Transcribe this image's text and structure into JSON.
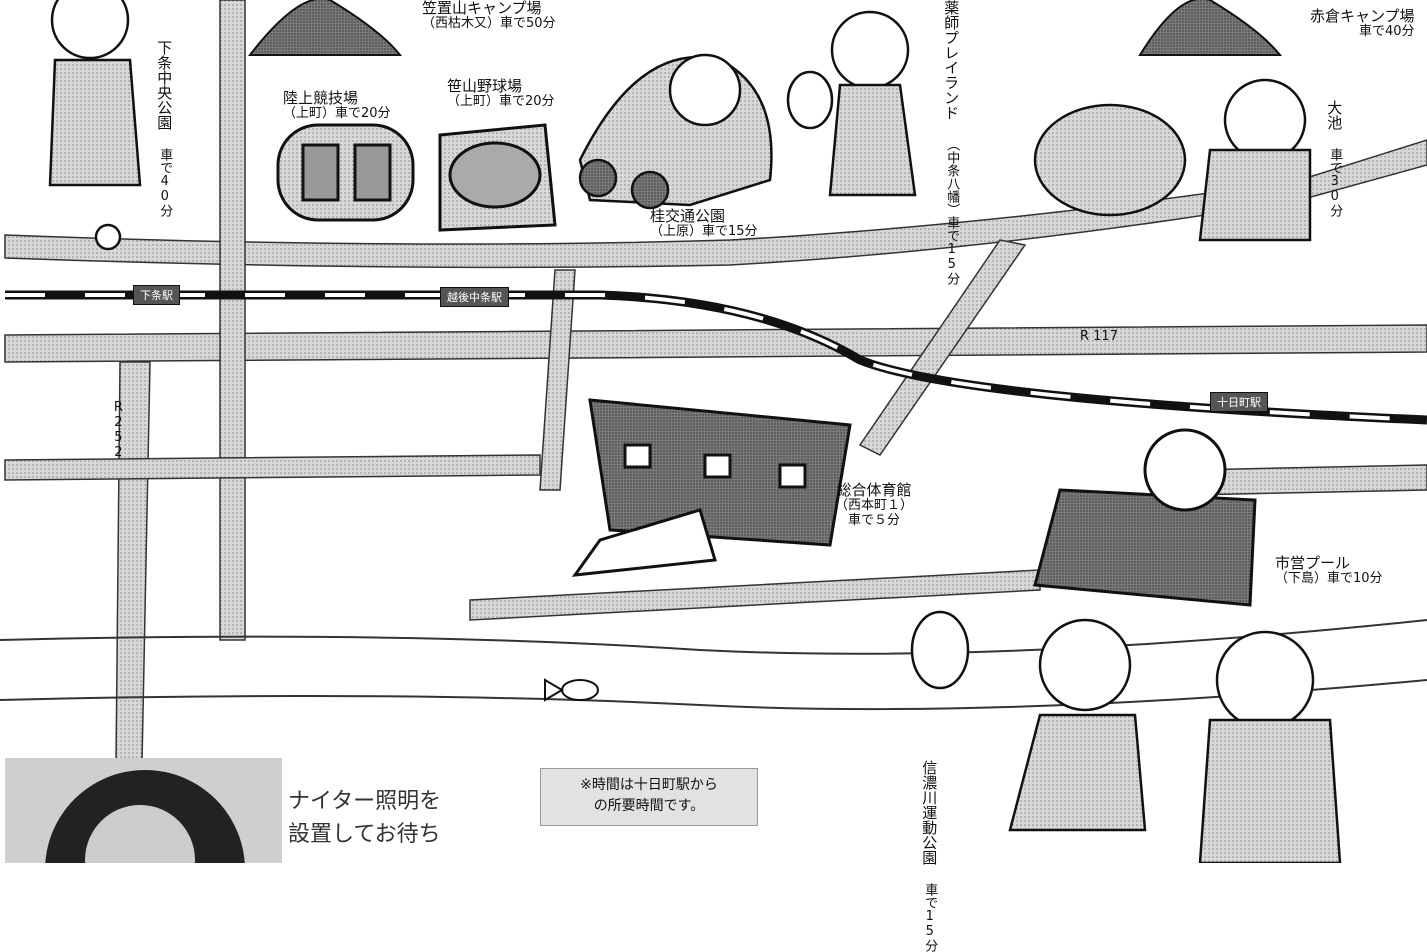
{
  "places": {
    "kasagai_camp": {
      "name": "笠置山キャンプ場",
      "detail": "（西枯木又）車で50分"
    },
    "rikujo": {
      "name": "陸上競技場",
      "detail": "（上町）車で20分"
    },
    "sasayama": {
      "name": "笹山野球場",
      "detail": "（上町）車で20分"
    },
    "katsura": {
      "name": "桂交通公園",
      "detail": "（上原）車で15分"
    },
    "yakushi": {
      "name": "薬師プレイランド",
      "detail": "（中条八幡）車で15分"
    },
    "akakura": {
      "name": "赤倉キャンプ場",
      "detail": "車で40分"
    },
    "oike": {
      "name": "大池",
      "detail": "車で30分"
    },
    "shimojo_park": {
      "name": "下条中央公園",
      "detail": "車で40分"
    },
    "gym": {
      "name": "総合体育館",
      "detail1": "（西本町１）",
      "detail2": "車で５分"
    },
    "pool": {
      "name": "市営プール",
      "detail": "（下島）車で10分"
    },
    "shinano": {
      "name": "信濃川運動公園",
      "detail": "車で15分"
    }
  },
  "roads": {
    "r117": "R 117",
    "r252": "R252"
  },
  "stations": {
    "shimojo": "下条駅",
    "echigo": "越後中条駅",
    "tokamachi": "十日町駅"
  },
  "note": {
    "line1": "※時間は十日町駅から",
    "line2": "の所要時間です。"
  },
  "nighter": {
    "line1": "ナイター照明を",
    "line2": "設置してお待ち"
  },
  "icons": [
    "tent-icon",
    "track-icon",
    "baseball-field-icon",
    "go-kart-icon",
    "tennis-icon",
    "fish-icon",
    "golf-icon",
    "gymnasium-icon",
    "pool-icon",
    "baseball-player-icon"
  ]
}
